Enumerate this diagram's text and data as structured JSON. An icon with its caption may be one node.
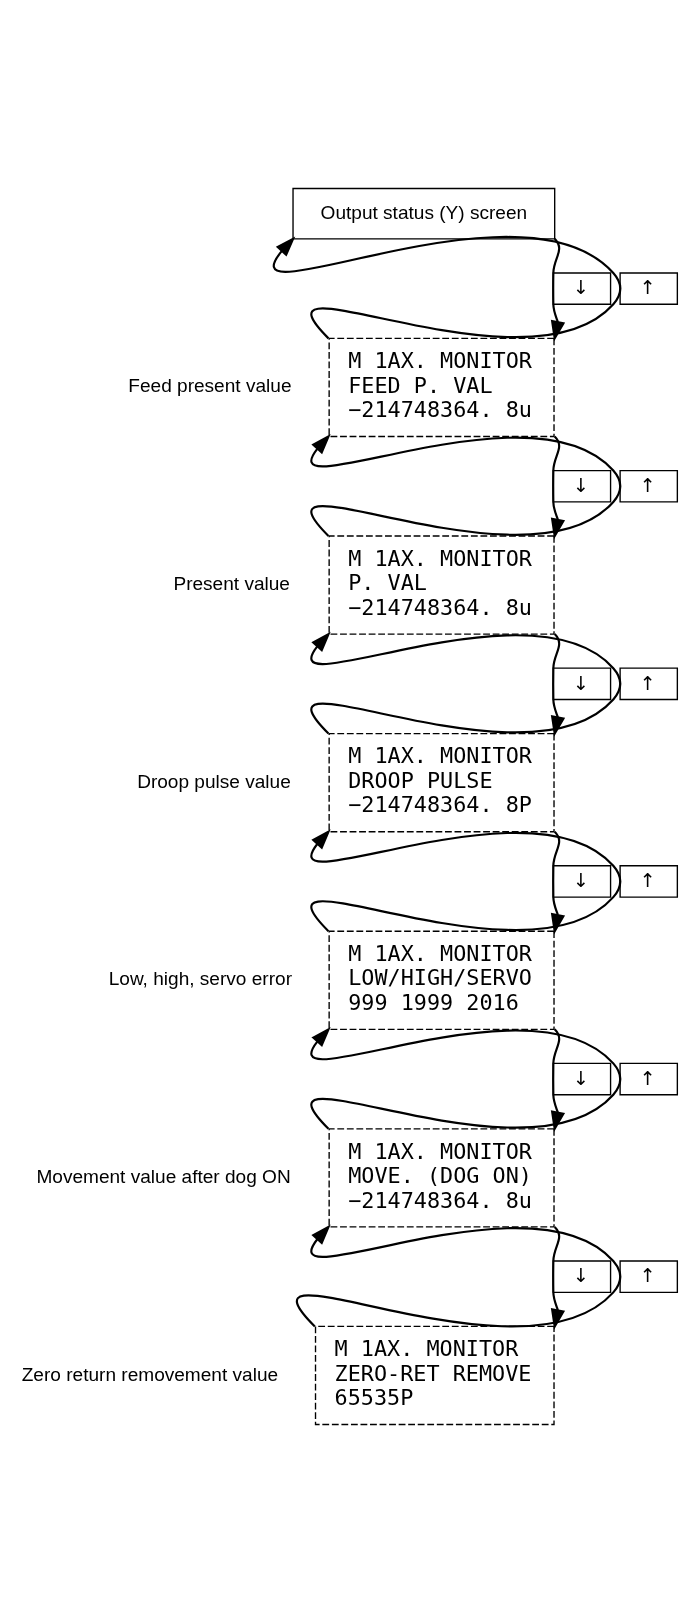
{
  "diagram": {
    "nodes": [
      {
        "text": [
          "Output status (Y) screen"
        ]
      },
      {
        "text": [
          "M 1AX. MONITOR",
          "FEED P. VAL",
          "−214748364. 8u"
        ],
        "beside": [
          "Feed present value"
        ]
      },
      {
        "text": [
          "M 1AX. MONITOR",
          "P. VAL",
          "−214748364. 8u"
        ],
        "beside": [
          "Present value"
        ]
      },
      {
        "text": [
          "M 1AX. MONITOR",
          "DROOP PULSE",
          "−214748364. 8P"
        ],
        "beside": [
          "Droop pulse value"
        ]
      },
      {
        "text": [
          "M 1AX. MONITOR",
          "LOW/HIGH/SERVO",
          "999 1999 2016"
        ],
        "beside": [
          "Low, high, servo error"
        ]
      },
      {
        "text": [
          "M 1AX. MONITOR",
          "MOVE. (DOG ON)",
          "−214748364. 8u"
        ],
        "beside": [
          "Movement value after dog ON"
        ]
      },
      {
        "text": [
          "M 1AX. MONITOR",
          "ZERO-RET REMOVE",
          "65535P"
        ],
        "beside": [
          "Zero return removement value"
        ]
      }
    ],
    "edges": [
      {
        "from": 1,
        "to": 0,
        "arrow": "to",
        "label": "↑"
      },
      {
        "from": 0,
        "to": 1,
        "arrow": "to",
        "label": "↓"
      },
      {
        "from": 2,
        "to": 1,
        "arrow": "to",
        "label": "↑"
      },
      {
        "from": 1,
        "to": 2,
        "arrow": "to",
        "label": "↓"
      },
      {
        "from": 3,
        "to": 2,
        "arrow": "to",
        "label": "↑"
      },
      {
        "from": 2,
        "to": 3,
        "arrow": "to",
        "label": "↓"
      },
      {
        "from": 4,
        "to": 3,
        "arrow": "to",
        "label": "↑"
      },
      {
        "from": 3,
        "to": 4,
        "arrow": "to",
        "label": "↓"
      },
      {
        "from": 5,
        "to": 4,
        "arrow": "to",
        "label": "↑"
      },
      {
        "from": 4,
        "to": 5,
        "arrow": "to",
        "label": "↓"
      },
      {
        "from": 6,
        "to": 5,
        "arrow": "to",
        "label": "↑"
      },
      {
        "from": 5,
        "to": 6,
        "arrow": "to",
        "label": "↓"
      }
    ]
  }
}
